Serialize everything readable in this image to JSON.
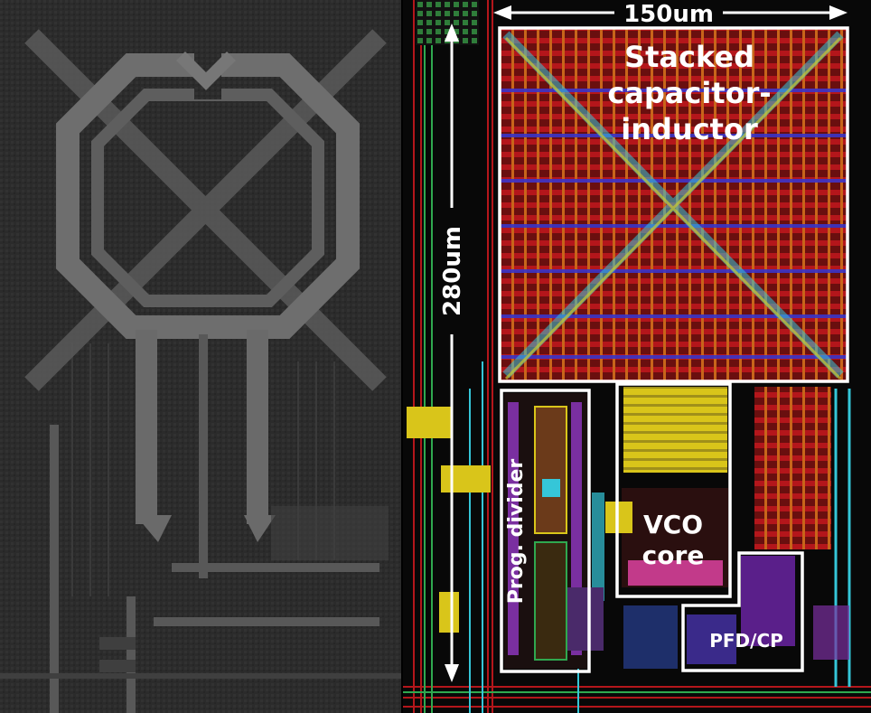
{
  "figure": {
    "panels": {
      "left": "micrograph",
      "right": "layout"
    },
    "dimensions": {
      "width_label": "150um",
      "height_label": "280um"
    },
    "blocks": {
      "inductor": [
        "Stacked",
        "capacitor-",
        "inductor"
      ],
      "divider": "Prog. divider",
      "vco": [
        "VCO",
        "core"
      ],
      "pfd": "PFD/CP"
    },
    "colors": {
      "annotation": "#ffffff",
      "metal_red": "#b4161b",
      "metal_blue": "#3a35c8",
      "via_cyan": "#35c6d8",
      "pad_yellow": "#d9c51a",
      "micrograph_gray": "#2c2c2c"
    }
  }
}
